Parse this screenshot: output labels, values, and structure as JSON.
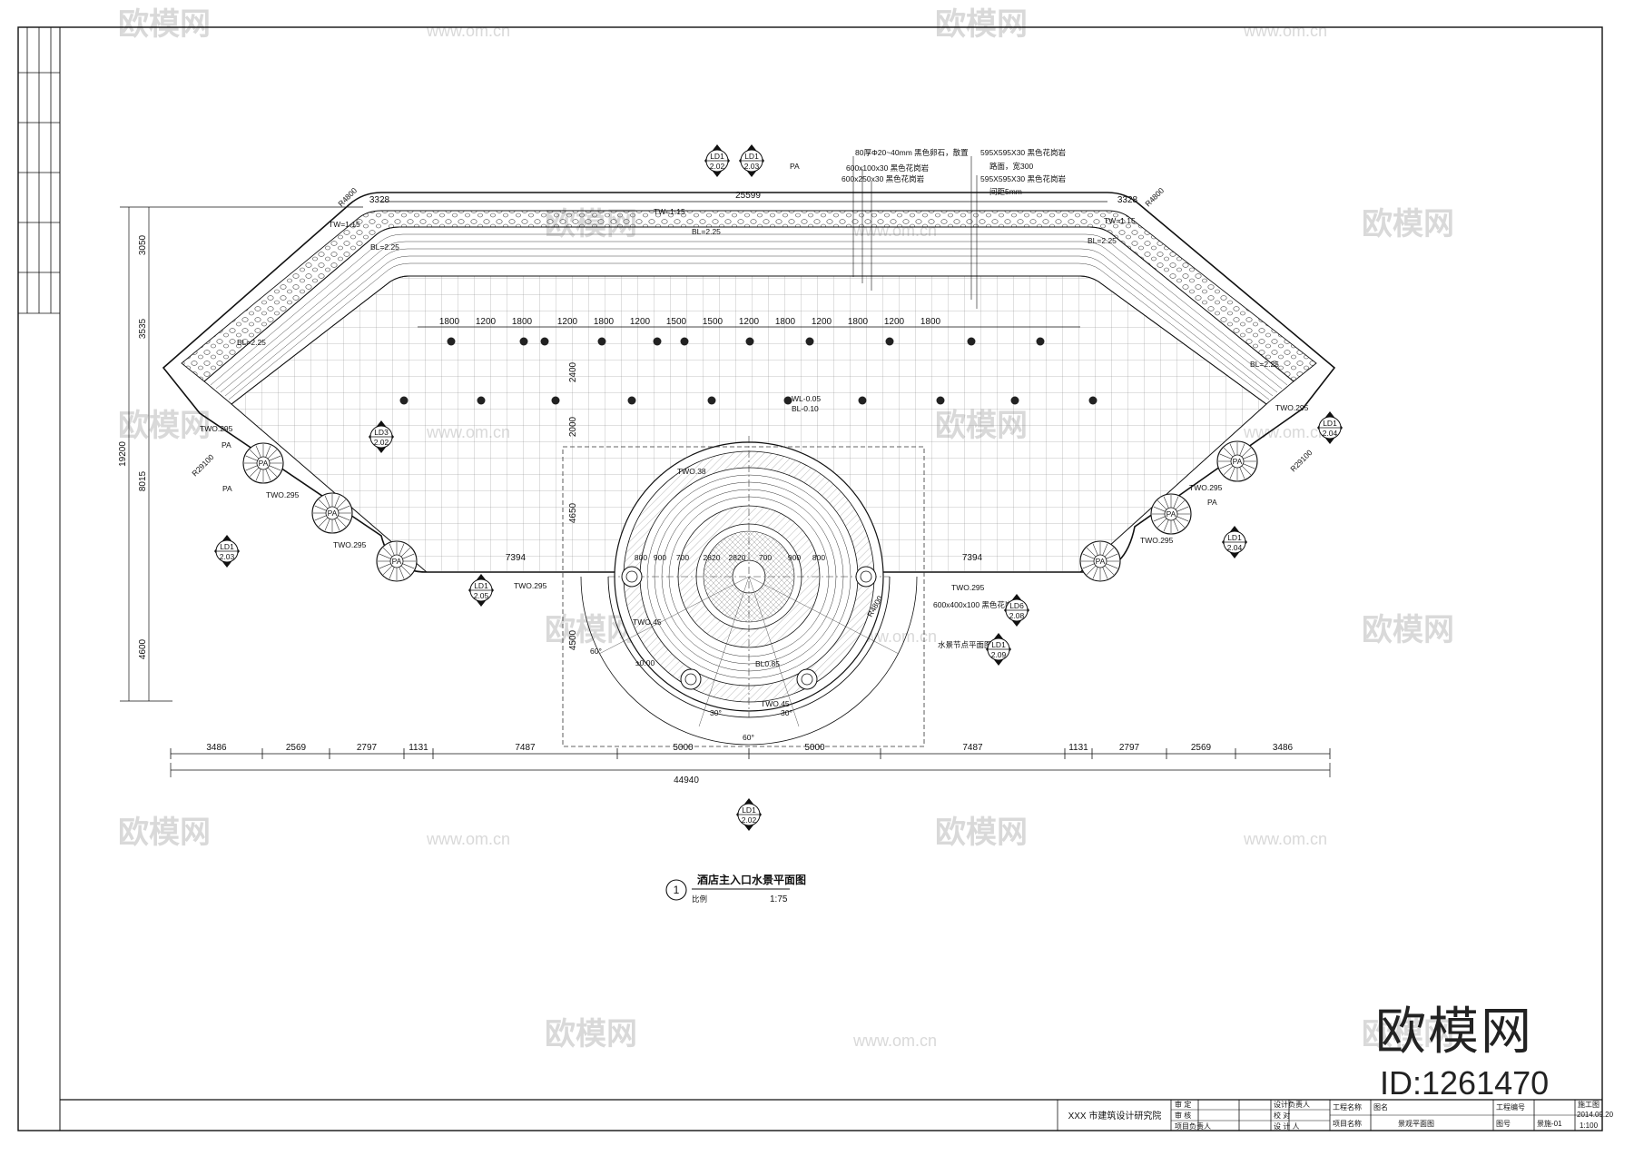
{
  "drawing": {
    "title": "酒店主入口水景平面图",
    "detail_number": "1",
    "scale_label": "比例",
    "scale": "1:75",
    "watermark": {
      "brand": "欧模网",
      "url": "www.om.cn"
    },
    "brand_mark": "欧模网",
    "brand_id": "ID:1261470",
    "section_markers": [
      {
        "top": "LD1",
        "bottom": "2.02"
      },
      {
        "top": "LD1",
        "bottom": "2.03"
      },
      {
        "top": "LD3",
        "bottom": "2.02"
      },
      {
        "top": "LD1",
        "bottom": "2.03"
      },
      {
        "top": "LD1",
        "bottom": "2.05"
      },
      {
        "top": "LD1",
        "bottom": "2.04"
      },
      {
        "top": "LD1",
        "bottom": "2.04"
      },
      {
        "top": "LD6",
        "bottom": "2.08"
      },
      {
        "top": "LD1",
        "bottom": "2.09"
      },
      {
        "top": "LD1",
        "bottom": "2.02"
      }
    ],
    "material_notes": [
      "80厚Φ20~40mm 黑色卵石，散置",
      "600x100x30 黑色花岗岩",
      "600x250x30 黑色花岗岩",
      "595X595X30 黑色花岗岩",
      "路面，宽300",
      "595X595X30 黑色花岗岩",
      "间距5mm"
    ],
    "labels": {
      "pa": "PA",
      "tw": "TW=1.15",
      "bl": "BL=2.25",
      "wl": "WL-0.05",
      "bl2": "BL-0.10",
      "two295": "TWO.295",
      "two38": "TWO.38",
      "two45": "TWO.45",
      "pm000": "±0.00",
      "bl085": "BL0.85",
      "r4800": "R4800",
      "r29100": "R29100",
      "paving": "600x400x100 黑色花岗岩",
      "fountain_plan": "水景节点平面图",
      "angle60": "60°",
      "angle30": "30°"
    },
    "dims_top": [
      "3328",
      "25599",
      "3328"
    ],
    "dims_row": [
      "1800",
      "1200",
      "1800",
      "1200",
      "1800",
      "1200",
      "1500",
      "1500",
      "1200",
      "1800",
      "1200",
      "1800",
      "1200",
      "1800"
    ],
    "dims_left": [
      "3050",
      "3535",
      "8015",
      "4600"
    ],
    "dims_total_left": "19200",
    "dims_inner": [
      "7394",
      "7394"
    ],
    "dims_center": [
      "800",
      "900",
      "700",
      "2820",
      "2820",
      "700",
      "900",
      "800"
    ],
    "dims_vertical": [
      "2400",
      "2000",
      "4650",
      "4500"
    ],
    "dims_bottom": [
      "3486",
      "2569",
      "2797",
      "1131",
      "7487",
      "5000",
      "5000",
      "7487",
      "1131",
      "2797",
      "2569",
      "3486"
    ],
    "dims_total_bottom": "44940"
  },
  "title_block": {
    "institute": "XXX 市建筑设计研究院",
    "roles": [
      "审 定",
      "审 核",
      "项目负责人",
      "设计负责人",
      "校 对",
      "设 计 人"
    ],
    "project_label": "工程名称",
    "item_label": "项目名称",
    "drawing_label": "图名",
    "drawing_name": "景观平面图",
    "number_label": "工程编号",
    "phase": "施工图",
    "date": "2014.09.20",
    "scale": "1:100",
    "sheet_label": "图号",
    "sheet_no": "景施-01"
  }
}
